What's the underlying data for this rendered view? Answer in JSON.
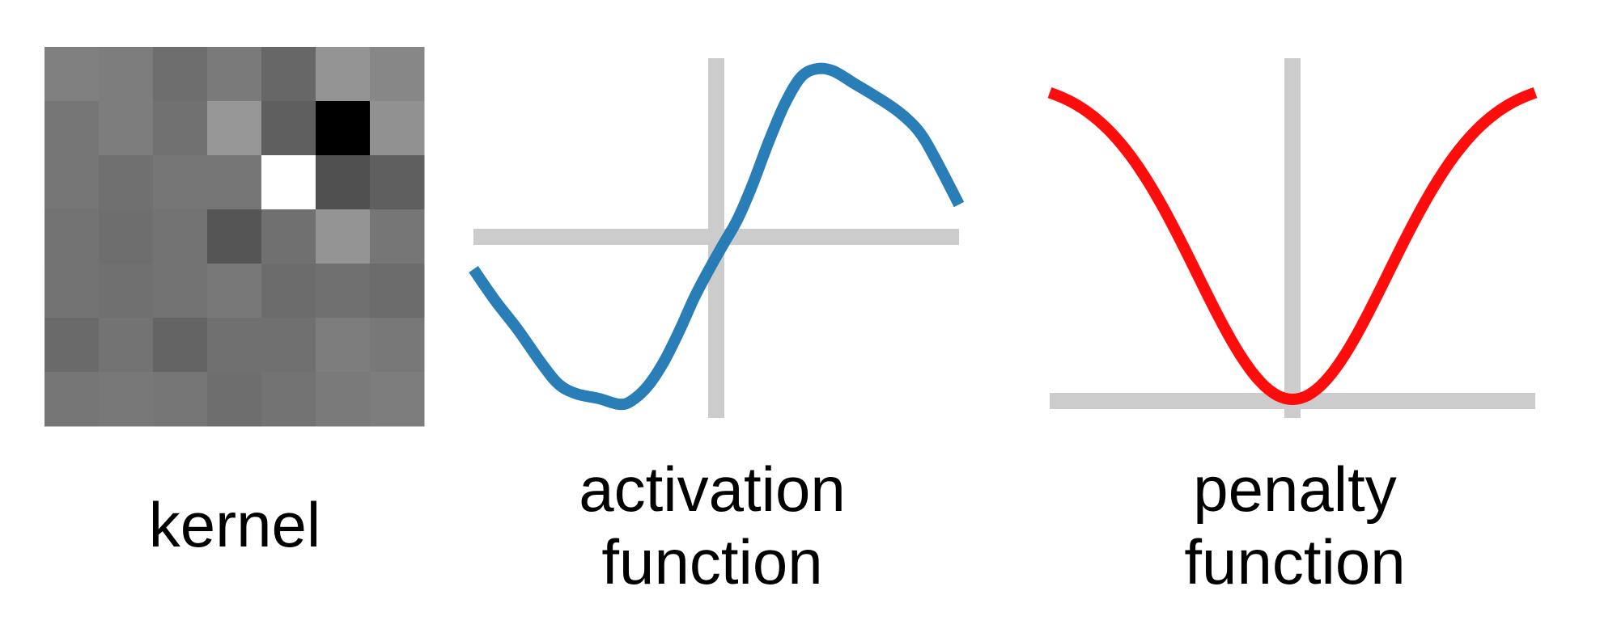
{
  "panels": {
    "kernel": {
      "label": "kernel",
      "grid_rows": 7,
      "grid_cols": 7,
      "cell_gray_values": [
        [
          128,
          125,
          110,
          122,
          103,
          148,
          135
        ],
        [
          118,
          125,
          113,
          150,
          95,
          0,
          145
        ],
        [
          118,
          112,
          118,
          118,
          255,
          80,
          95
        ],
        [
          114,
          110,
          115,
          85,
          112,
          148,
          118
        ],
        [
          115,
          112,
          115,
          120,
          108,
          112,
          108
        ],
        [
          106,
          115,
          100,
          112,
          112,
          125,
          120
        ],
        [
          118,
          120,
          118,
          110,
          115,
          122,
          125
        ]
      ]
    },
    "activation": {
      "label_line1": "activation",
      "label_line2": "function",
      "curve_color": "#1f77b4",
      "axis_color": "#cccccc"
    },
    "penalty": {
      "label_line1": "penalty",
      "label_line2": "function",
      "curve_color": "#ff0000",
      "axis_color": "#cccccc"
    }
  }
}
